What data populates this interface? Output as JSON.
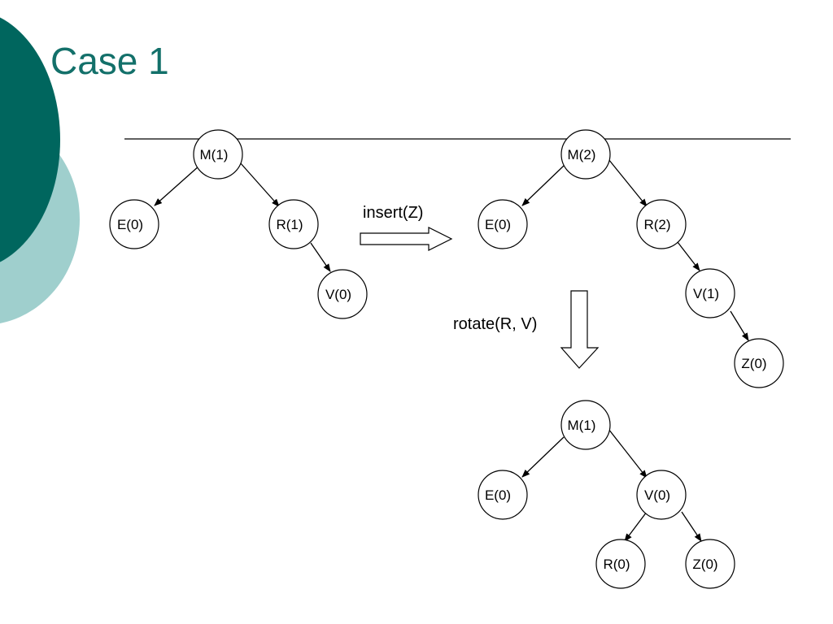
{
  "slide": {
    "title": "Case 1",
    "accent_dark": "#00665e",
    "accent_light": "#9fcfcd",
    "title_color": "#13706a"
  },
  "operations": {
    "insert": "insert(Z)",
    "rotate": "rotate(R, V)"
  },
  "trees": {
    "before": {
      "nodes": [
        "M(1)",
        "E(0)",
        "R(1)",
        "V(0)"
      ],
      "edges": [
        [
          "M(1)",
          "E(0)"
        ],
        [
          "M(1)",
          "R(1)"
        ],
        [
          "R(1)",
          "V(0)"
        ]
      ]
    },
    "after_insert": {
      "nodes": [
        "M(2)",
        "E(0)",
        "R(2)",
        "V(1)",
        "Z(0)"
      ],
      "edges": [
        [
          "M(2)",
          "E(0)"
        ],
        [
          "M(2)",
          "R(2)"
        ],
        [
          "R(2)",
          "V(1)"
        ],
        [
          "V(1)",
          "Z(0)"
        ]
      ]
    },
    "after_rotate": {
      "nodes": [
        "M(1)",
        "E(0)",
        "V(0)",
        "R(0)",
        "Z(0)"
      ],
      "edges": [
        [
          "M(1)",
          "E(0)"
        ],
        [
          "M(1)",
          "V(0)"
        ],
        [
          "V(0)",
          "R(0)"
        ],
        [
          "V(0)",
          "Z(0)"
        ]
      ]
    }
  }
}
